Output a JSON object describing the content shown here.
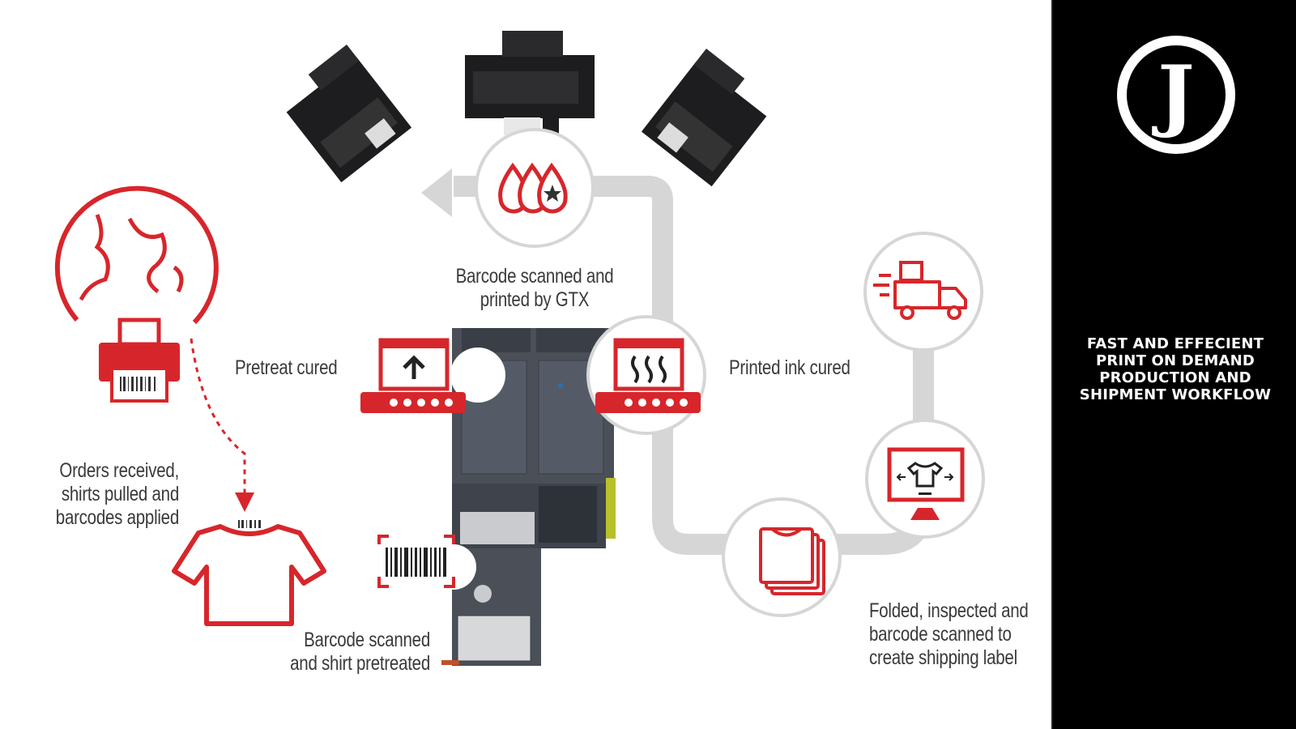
{
  "steps": {
    "orders": [
      "Orders received,",
      "shirts pulled and",
      "barcodes applied"
    ],
    "pretreat": [
      "Barcode scanned",
      "and shirt pretreated"
    ],
    "pretreat_cured": [
      "Pretreat cured"
    ],
    "printed": [
      "Barcode scanned and",
      "printed by GTX"
    ],
    "ink_cured": [
      "Printed ink cured"
    ],
    "shipping": [
      "Folded, inspected and",
      "barcode scanned to",
      "create shipping label"
    ]
  },
  "brand": {
    "logo_letter": "J",
    "title": [
      "FAST AND EFFECIENT",
      "PRINT ON DEMAND",
      "PRODUCTION AND",
      "SHIPMENT WORKFLOW"
    ]
  },
  "icons": {
    "globe": "globe-icon",
    "printer": "printer-icon",
    "shirt": "tshirt-icon",
    "scanner": "barcode-scanner-icon",
    "dryer_pretreat": "conveyor-dryer-arrow-icon",
    "ink": "ink-drops-icon",
    "dryer_ink": "conveyor-dryer-heat-icon",
    "folded": "folded-shirts-icon",
    "inspect": "monitor-shirt-icon",
    "truck": "delivery-truck-icon"
  },
  "colors": {
    "accent": "#d7262b",
    "path": "#d6d6d6",
    "text": "#3a3a3a",
    "panel": "#000000",
    "machine": "#4a4f58"
  }
}
